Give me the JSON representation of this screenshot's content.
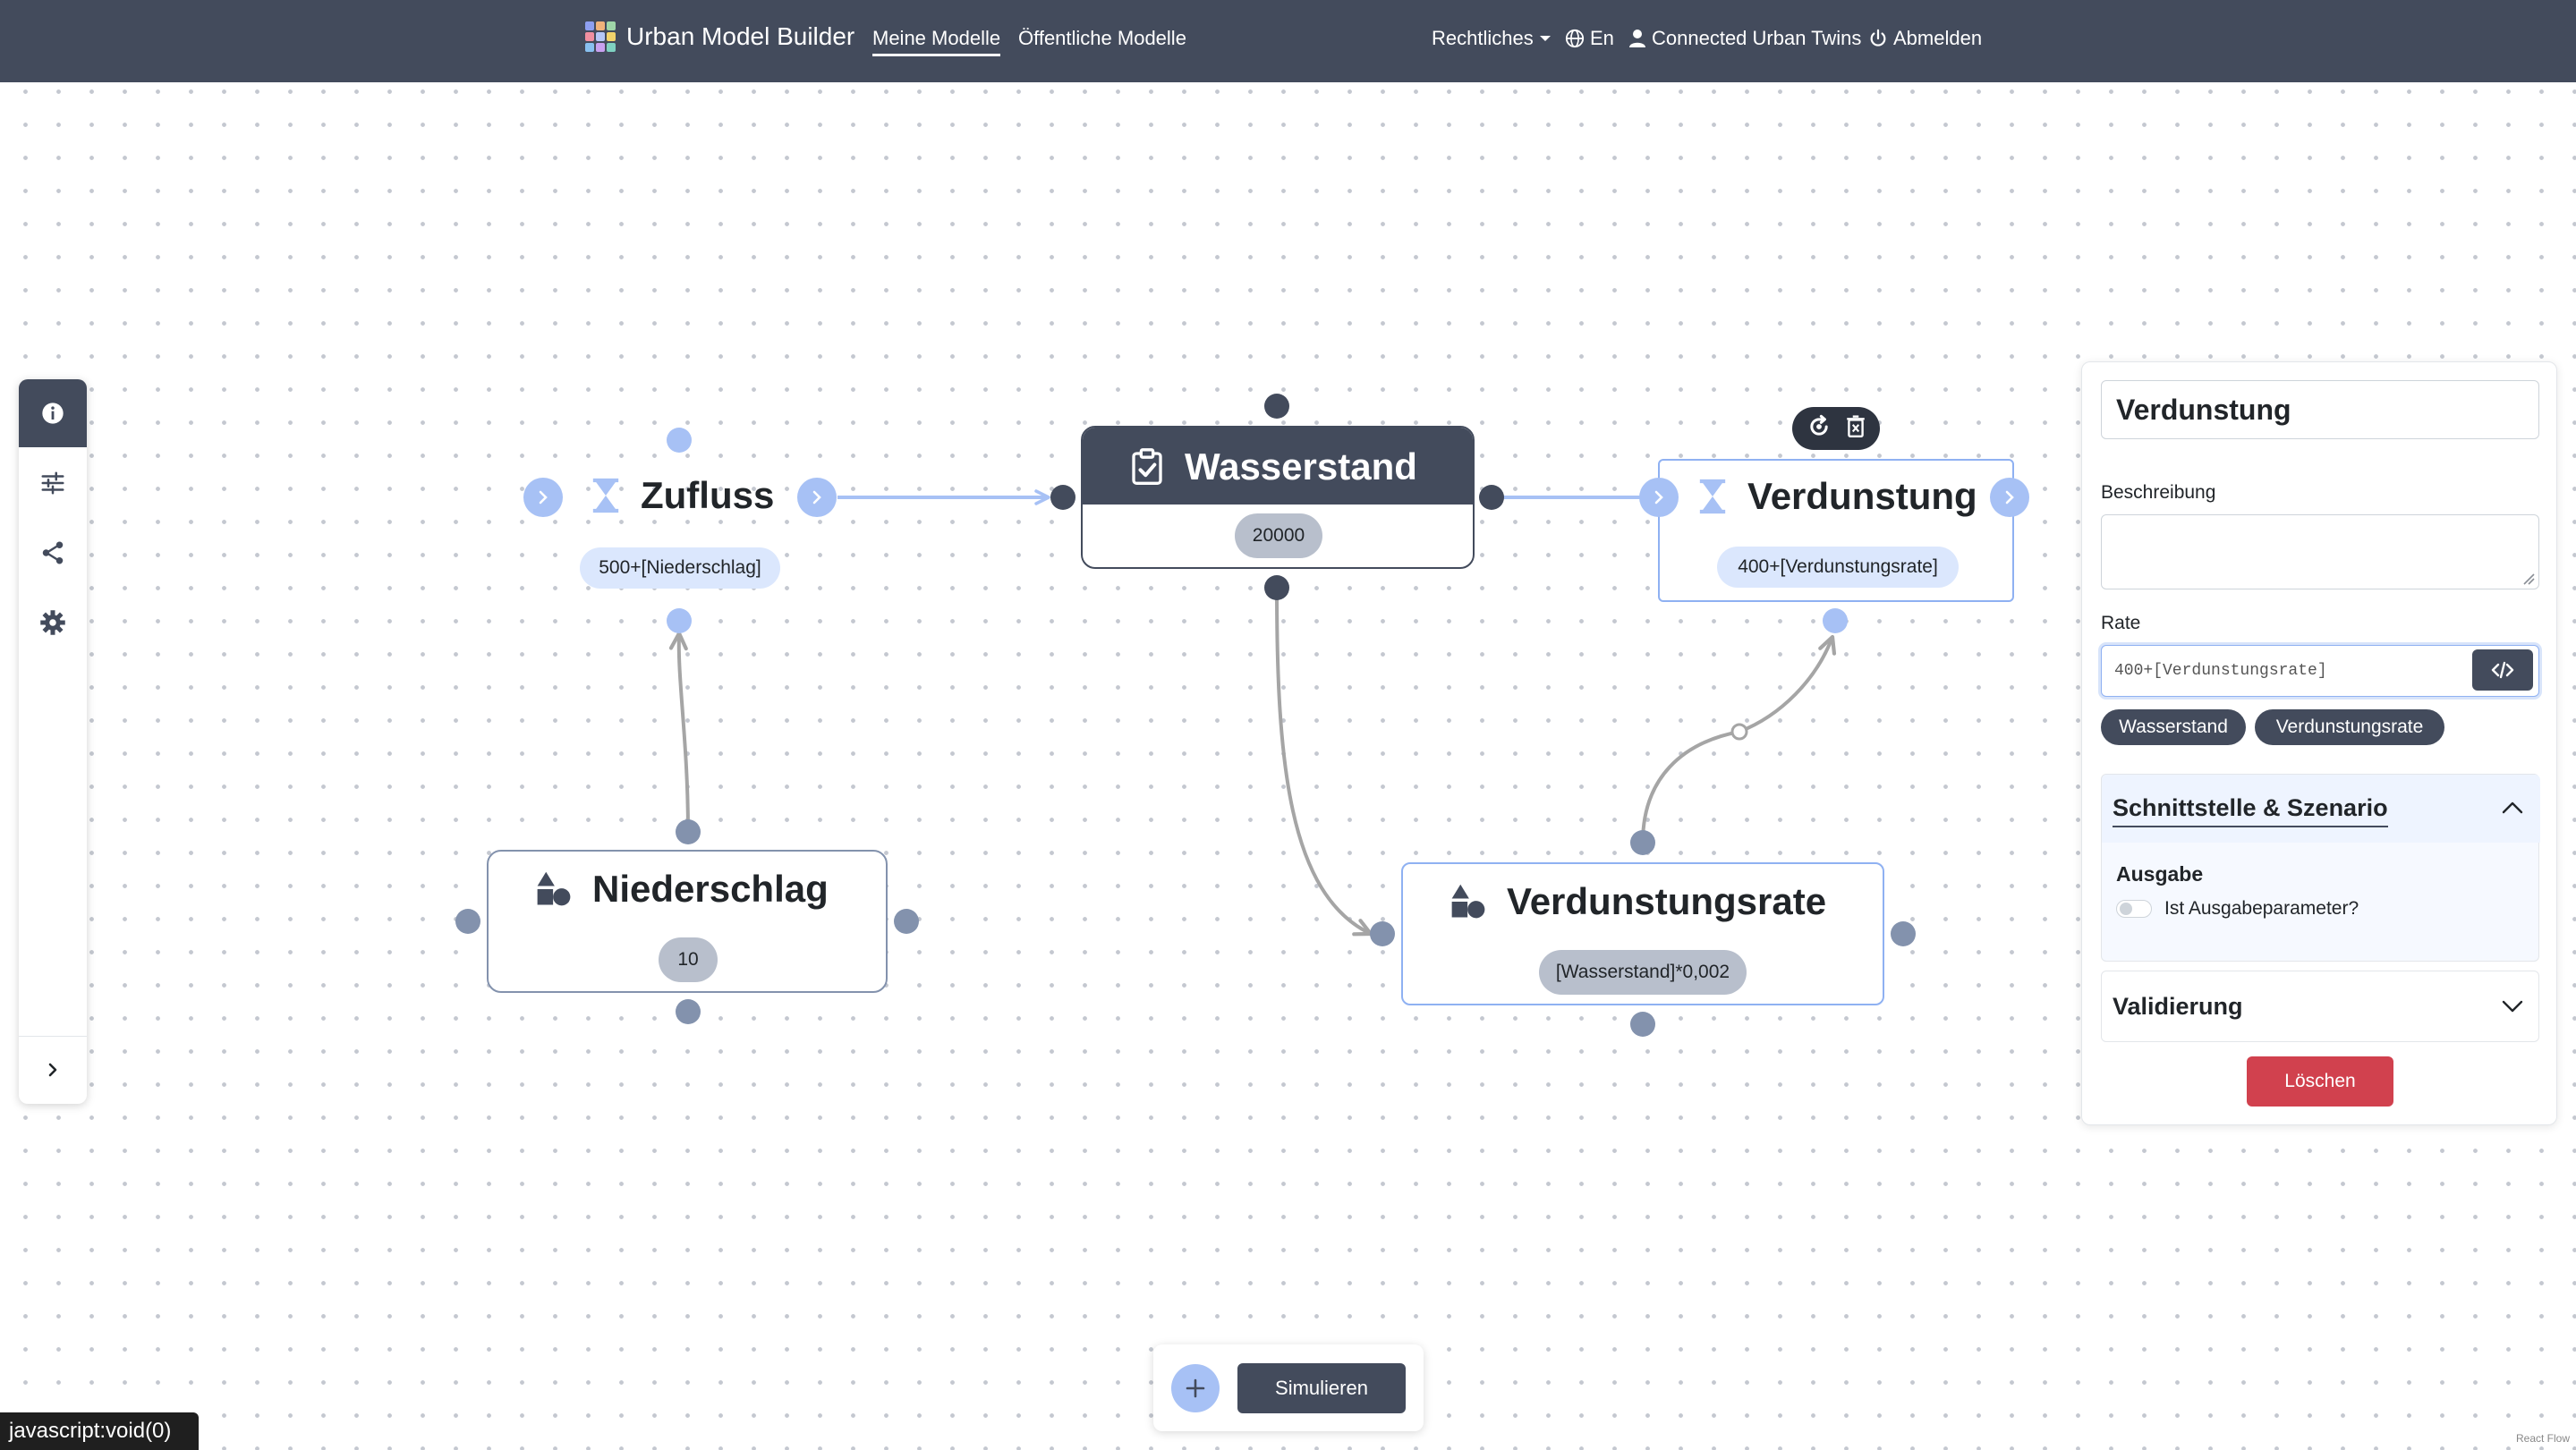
{
  "header": {
    "brand_title": "Urban Model Builder",
    "nav": [
      {
        "label": "Meine Modelle",
        "active": true
      },
      {
        "label": "Öffentliche Modelle",
        "active": false
      }
    ],
    "legal_label": "Rechtliches",
    "language_label": "En",
    "user_label": "Connected Urban Twins",
    "logout_label": "Abmelden"
  },
  "toolbar": {
    "tools": [
      {
        "icon": "info-icon"
      },
      {
        "icon": "sliders-icon"
      },
      {
        "icon": "share-icon"
      },
      {
        "icon": "gear-icon"
      }
    ],
    "expand_icon": "chevron-right-icon"
  },
  "nodes": {
    "zufluss": {
      "title": "Zufluss",
      "value": "500+[Niederschlag]",
      "icon": "hourglass-icon"
    },
    "wasserstand": {
      "title": "Wasserstand",
      "value": "20000",
      "icon": "clipboard-check-icon"
    },
    "verdunstung": {
      "title": "Verdunstung",
      "value": "400+[Verdunstungsrate]",
      "icon": "hourglass-icon"
    },
    "niederschlag": {
      "title": "Niederschlag",
      "value": "10",
      "icon": "shapes-icon"
    },
    "verdunstungsrate": {
      "title": "Verdunstungsrate",
      "value": "[Wasserstand]*0,002",
      "icon": "shapes-icon"
    }
  },
  "node_toolbar": {
    "icons": [
      "rotate-icon",
      "delete-icon"
    ]
  },
  "panel": {
    "name_value": "Verdunstung",
    "description_label": "Beschreibung",
    "description_value": "",
    "rate_label": "Rate",
    "rate_value": "400+[Verdunstungsrate]",
    "chips": [
      "Wasserstand",
      "Verdunstungsrate"
    ],
    "section_interface": {
      "title": "Schnittstelle & Szenario",
      "expanded": true,
      "output_heading": "Ausgabe",
      "output_toggle_label": "Ist Ausgabeparameter?",
      "output_toggle_on": false
    },
    "section_validation": {
      "title": "Validierung",
      "expanded": false
    },
    "delete_label": "Löschen"
  },
  "bottom": {
    "add_icon": "plus-icon",
    "simulate_label": "Simulieren"
  },
  "status_bar": "javascript:void(0)",
  "attribution": "React Flow",
  "colors": {
    "header_bg": "#434b5c",
    "node_blue_fill": "#dbe7fd",
    "handle_blue": "#a7c1f5",
    "handle_gray": "#8392ad",
    "pill_gray": "#b8bfcc",
    "danger": "#d1414e"
  }
}
